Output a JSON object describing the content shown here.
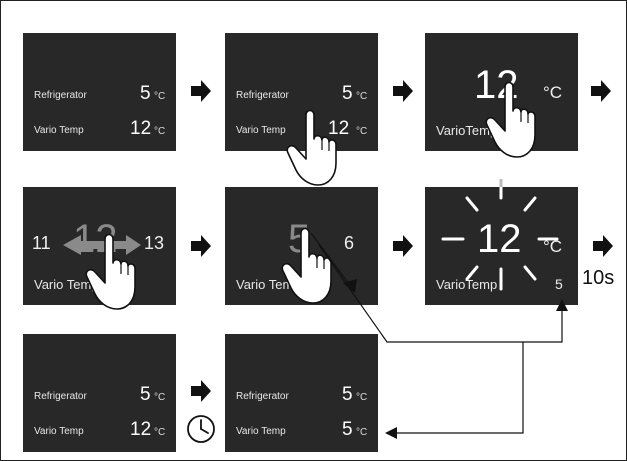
{
  "panels": {
    "p1": {
      "row1_label": "Refrigerator",
      "row1_value": "5",
      "row1_unit": "°C",
      "row2_label": "Vario Temp",
      "row2_value": "12",
      "row2_unit": "°C"
    },
    "p2": {
      "row1_label": "Refrigerator",
      "row1_value": "5",
      "row1_unit": "°C",
      "row2_label": "Vario Temp",
      "row2_value": "12",
      "row2_unit": "°C"
    },
    "p3": {
      "value": "12",
      "unit": "°C",
      "label": "VarioTemp"
    },
    "p4": {
      "left": "11",
      "value": "12",
      "right": "13",
      "label": "Vario Temp"
    },
    "p5": {
      "value": "5",
      "right": "6",
      "label": "Vario Temp"
    },
    "p6": {
      "value": "12",
      "unit": "°C",
      "label": "VarioTemp",
      "corner": "5"
    },
    "p7": {
      "row1_label": "Refrigerator",
      "row1_value": "5",
      "row1_unit": "°C",
      "row2_label": "Vario Temp",
      "row2_value": "12",
      "row2_unit": "°C"
    },
    "p8": {
      "row1_label": "Refrigerator",
      "row1_value": "5",
      "row1_unit": "°C",
      "row2_label": "Vario Temp",
      "row2_value": "5",
      "row2_unit": "°C"
    }
  },
  "timeout_label": "10s",
  "icons": [
    "arrow-right-icon",
    "hand-pointer-icon",
    "clock-icon",
    "blink-rays-icon"
  ],
  "colors": {
    "screen": "#282828",
    "arrow": "#111111",
    "ghost": "#8a8a8a"
  }
}
